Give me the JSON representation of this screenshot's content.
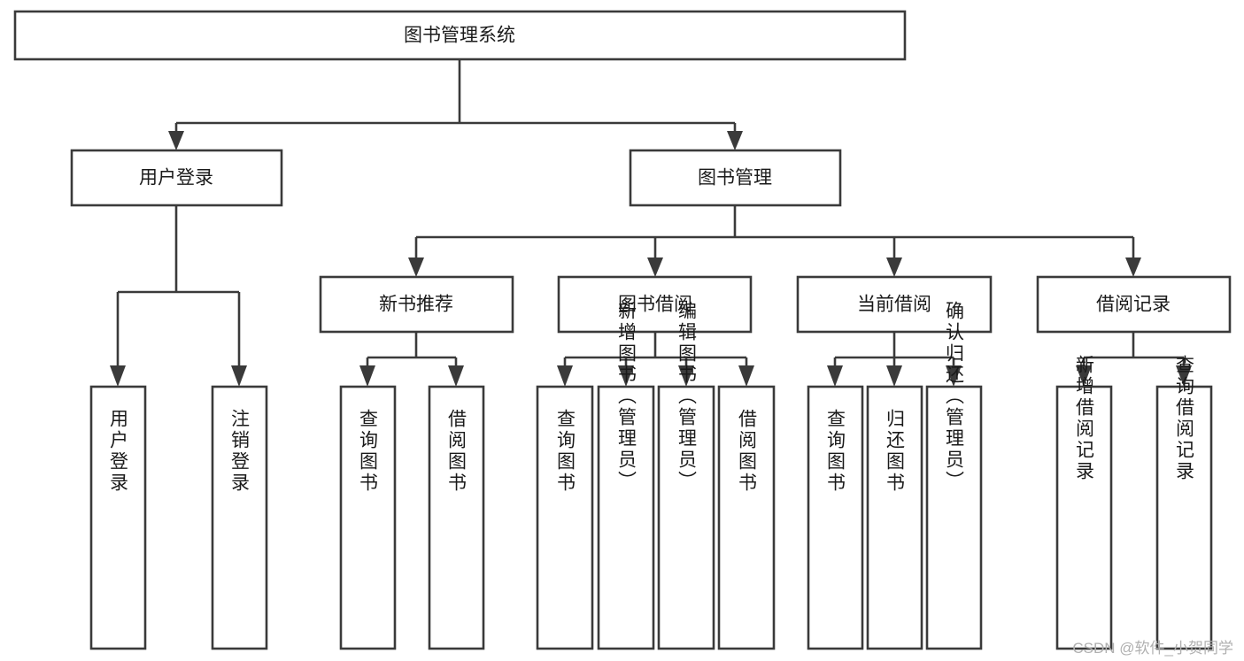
{
  "diagram": {
    "type": "hierarchy-tree",
    "title": "图书管理系统",
    "watermark": "CSDN @软件_小贺同学",
    "colors": {
      "stroke": "#3a3a3a",
      "fill": "#ffffff",
      "text": "#1a1a1a",
      "watermark": "#b0b0b0"
    },
    "root": {
      "label": "图书管理系统"
    },
    "level2": [
      {
        "label": "用户登录"
      },
      {
        "label": "图书管理"
      }
    ],
    "level3": [
      {
        "label": "新书推荐"
      },
      {
        "label": "图书借阅"
      },
      {
        "label": "当前借阅"
      },
      {
        "label": "借阅记录"
      }
    ],
    "leaves": {
      "user_login": [
        {
          "label": "用户登录"
        },
        {
          "label": "注销登录"
        }
      ],
      "new_book_recommend": [
        {
          "label": "查询图书"
        },
        {
          "label": "借阅图书"
        }
      ],
      "book_borrow": [
        {
          "label": "查询图书"
        },
        {
          "label": "新增图书（管理员）"
        },
        {
          "label": "编辑图书（管理员）"
        },
        {
          "label": "借阅图书"
        }
      ],
      "current_borrow": [
        {
          "label": "查询图书"
        },
        {
          "label": "归还图书"
        },
        {
          "label": "确认归还（管理员）"
        }
      ],
      "borrow_record": [
        {
          "label": "新增借阅记录"
        },
        {
          "label": "查询借阅记录"
        }
      ]
    }
  }
}
